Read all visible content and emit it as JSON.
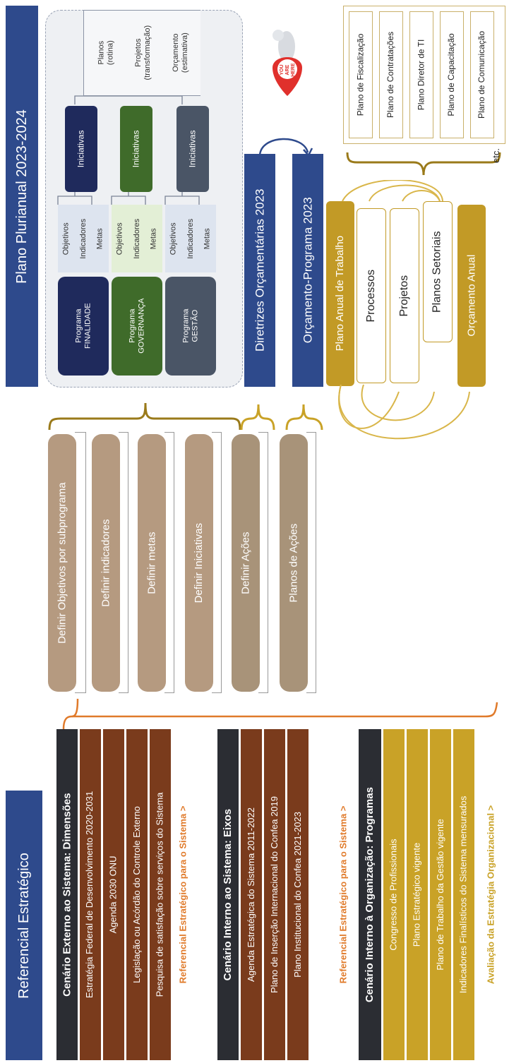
{
  "left_banner": "Referencial Estratégico",
  "externo": {
    "title": "Cenário Externo ao Sistema: Dimensões",
    "items": [
      "Estratégia Federal de Desenvolvimento 2020-2031",
      "Agenda 2030 ONU",
      "Legislação ou Acórdão do Controle Externo",
      "Pesquisa de satisfação sobre serviços do Sistema"
    ],
    "link": "Referencial Estratégico para o Sistema >"
  },
  "interno_sistema": {
    "title": "Cenário Interno ao Sistema: Eixos",
    "items": [
      "Agenda Estratégica do Sistema 2011-2022",
      "Plano de Inserção Internacional do Confea 2019",
      "Plano Institucional do Confea 2021-2023"
    ],
    "link": "Referencial Estratégico para o Sistema >"
  },
  "interno_org": {
    "title": "Cenário Interno à Organização: Programas",
    "items": [
      "Congresso de Profissionais",
      "Plano Estratégico vigente",
      "Plano de Trabalho da Gestão vigente",
      "Indicadores Finalísticos do Sistema mensurados"
    ],
    "link": "Avaliação da Estratégia Organizacional >"
  },
  "steps": [
    "Definir Objetivos por subprograma",
    "Definir indicadores",
    "Definir metas",
    "Definir Iniciativas",
    "Definir Ações",
    "Planos de Ações"
  ],
  "ppa": {
    "banner": "Plano Plurianual 2023-2024",
    "programs": [
      {
        "label": "Programa FINALIDADE",
        "color": "#1f2a5c"
      },
      {
        "label": "Programa GOVERNANÇA",
        "color": "#3f6b2a"
      },
      {
        "label": "Programa GESTÃO",
        "color": "#4a5566"
      }
    ],
    "sub_items": [
      "Objetivos",
      "Indicadores",
      "Metas"
    ],
    "iniciativas": "Iniciativas",
    "planos": [
      "Planos (rotina)",
      "Projetos (transformação)",
      "Orçamento (estimativa)"
    ]
  },
  "ldo": "Diretrizes Orçamentárias 2023",
  "loa": "Orçamento-Programa 2023",
  "paa": {
    "title": "Plano Anual de Trabalho",
    "processos": "Processos",
    "projetos": "Projetos",
    "setoriais": "Planos Setoriais",
    "orcamento": "Orçamento Anual"
  },
  "sector_plans": [
    "Plano de Fiscalização",
    "Plano de Contratações",
    "Plano Diretor de TI",
    "Plano de Capacitação",
    "Plano de Comunicação"
  ],
  "etc": "etc.",
  "marker": "YOU ARE HERE",
  "colors": {
    "blue": "#2e4a8c",
    "brown": "#7a3b1c",
    "gold": "#c9a227",
    "orange": "#e07a2a"
  }
}
